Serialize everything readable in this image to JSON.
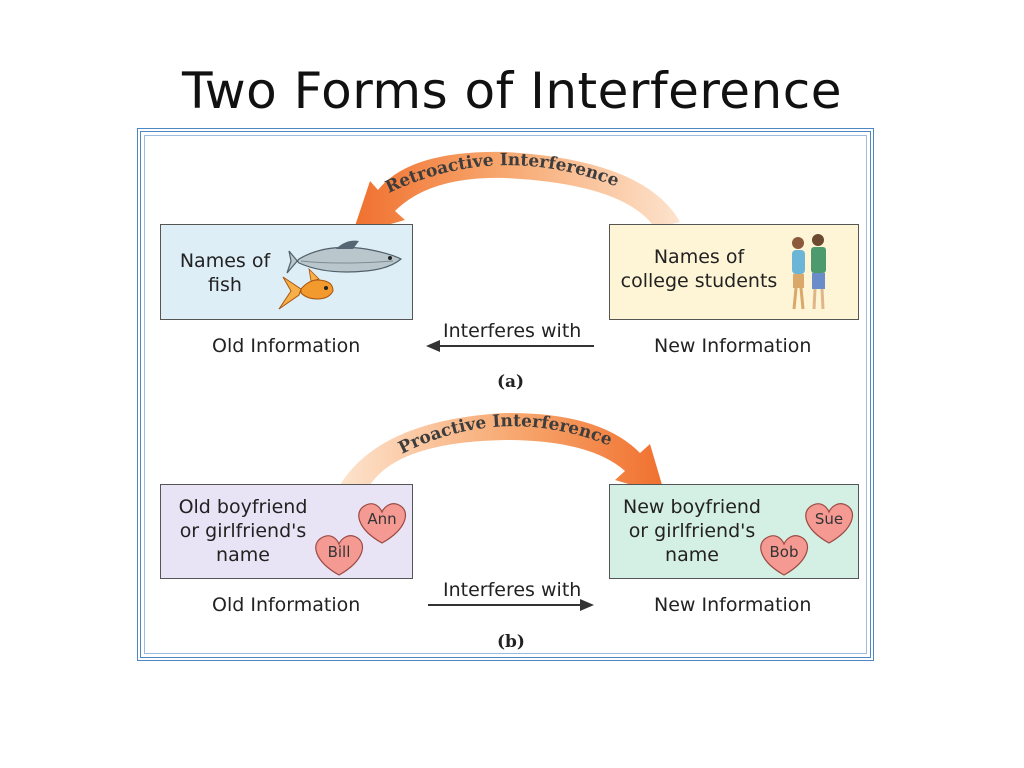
{
  "title": "Two Forms of Interference",
  "panel_a": {
    "arc_label": "Retroactive Interference",
    "old_box": [
      "Names of",
      "fish"
    ],
    "new_box": [
      "Names of",
      "college students"
    ],
    "old_caption": "Old Information",
    "new_caption": "New Information",
    "arrow_label": "Interferes with",
    "sub_label": "(a)"
  },
  "panel_b": {
    "arc_label": "Proactive Interference",
    "old_box": [
      "Old boyfriend",
      "or girlfriend's",
      "name"
    ],
    "new_box": [
      "New boyfriend",
      "or girlfriend's",
      "name"
    ],
    "old_hearts": [
      "Ann",
      "Bill"
    ],
    "new_hearts": [
      "Sue",
      "Bob"
    ],
    "old_caption": "Old Information",
    "new_caption": "New Information",
    "arrow_label": "Interferes with",
    "sub_label": "(b)"
  },
  "colors": {
    "frame_border": "#4f86c6",
    "arc_orange": "#f07a3a",
    "arc_light": "#fbd6b8",
    "box_fish": "#ddeef6",
    "box_students": "#fdf5d6",
    "box_old_names": "#e9e4f5",
    "box_new_names": "#d4efe3",
    "heart": "#f49a93"
  }
}
